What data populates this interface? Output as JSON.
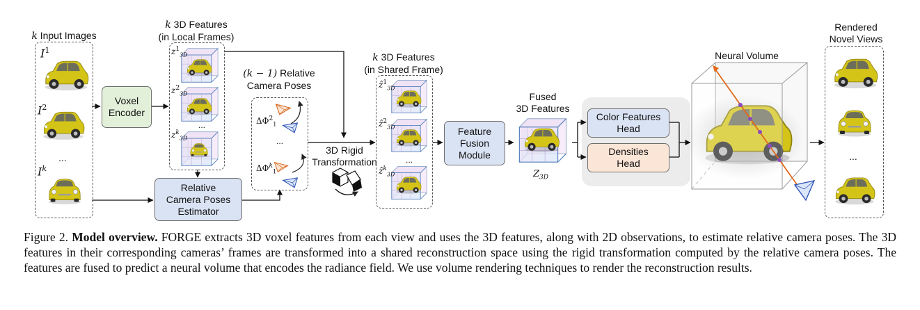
{
  "input_images": {
    "title_var": "k",
    "title_rest": " Input Images",
    "labels": [
      "I",
      "I",
      "I"
    ],
    "sups": [
      "1",
      "2",
      "k"
    ],
    "ellipsis": "..."
  },
  "voxel_encoder": {
    "label": "Voxel\nEncoder"
  },
  "local_features": {
    "title_line1_var": "k",
    "title_line1_rest": " 3D Features",
    "title_line2": "(in Local Frames)",
    "z_labels": [
      "z",
      "z",
      "z"
    ],
    "z_sups": [
      "1",
      "2",
      "k"
    ],
    "z_sub": "3D",
    "ellipsis": "..."
  },
  "pose_estimator": {
    "label": "Relative\nCamera Poses\nEstimator"
  },
  "relative_poses": {
    "title_line1_math": "(k − 1)",
    "title_line1_rest": " Relative",
    "title_line2": "Camera Poses",
    "delta_labels": [
      "ΔΦ",
      "ΔΦ"
    ],
    "delta_sups": [
      "2",
      "k"
    ],
    "delta_sub": "1",
    "ellipsis": "..."
  },
  "rigid_transform": {
    "label_line1": "3D Rigid",
    "label_line2": "Transformation"
  },
  "shared_features": {
    "title_line1_var": "k",
    "title_line1_rest": " 3D Features",
    "title_line2": "(in Shared Frame)",
    "z_labels": [
      "ẑ",
      "ẑ",
      "ẑ"
    ],
    "z_sups": [
      "1",
      "2",
      "k"
    ],
    "z_sub": "3D",
    "ellipsis": "..."
  },
  "fusion_module": {
    "label": "Feature\nFusion\nModule"
  },
  "fused_features": {
    "title_line1": "Fused",
    "title_line2": "3D Features",
    "z_label": "Z",
    "z_sub": "3D"
  },
  "color_head": {
    "label": "Color Features\nHead"
  },
  "density_head": {
    "label": "Densities\nHead"
  },
  "neural_volume": {
    "title": "Neural Volume"
  },
  "novel_views": {
    "title_line1": "Rendered",
    "title_line2": "Novel Views",
    "ellipsis": "..."
  },
  "colors": {
    "encoder_fill": "#e2f0d9",
    "blue_box_fill": "#dae3f3",
    "head_fill": "#fbe5d6",
    "head_bg": "#ececec",
    "car_yellow": "#d4c418",
    "ray_orange": "#e06a1a",
    "camera_blue": "#2f55b8",
    "camera_orange": "#d8661c",
    "sample_purple": "#8a4dbf"
  },
  "caption": {
    "prefix": "Figure 2. ",
    "bold": "Model overview.",
    "text": " FORGE extracts 3D voxel features from each view and uses the 3D features, along with 2D observations, to estimate relative camera poses. The 3D features in their corresponding cameras’ frames are transformed into a shared reconstruction space using the rigid transformation computed by the relative camera poses. The features are fused to predict a neural volume that encodes the radiance field. We use volume rendering techniques to render the reconstruction results."
  }
}
